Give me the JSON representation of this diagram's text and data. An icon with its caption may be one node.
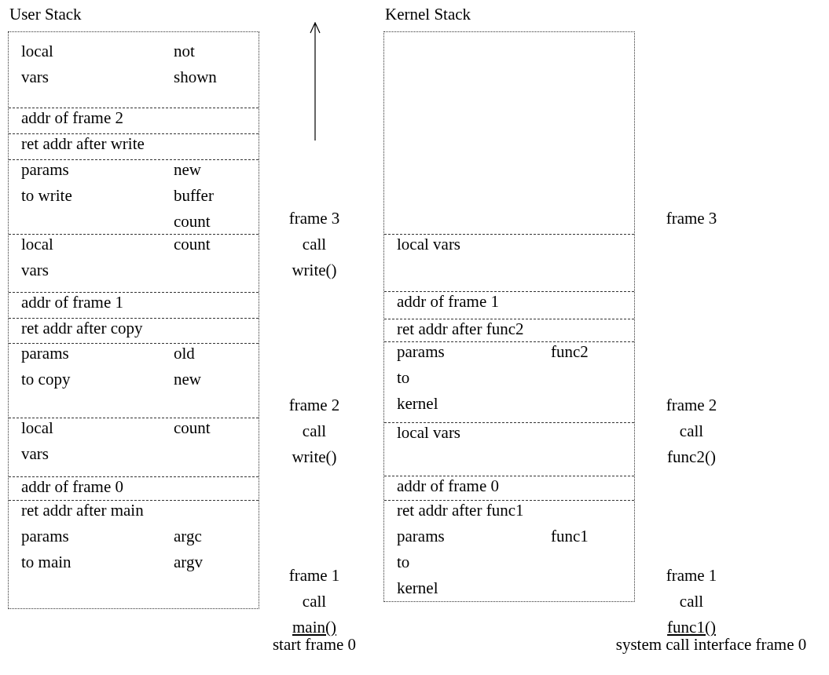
{
  "diagram": {
    "nodes": [
      {
        "text": [
          "User Stack"
        ]
      },
      {
        "text": [
          "local vars",
          "not shown"
        ],
        "in": 0
      },
      {
        "text": [
          "addr of frame 2"
        ],
        "in": 0
      },
      {
        "text": [
          "ret addr after write"
        ],
        "in": 0
      },
      {
        "text": [
          "params to write",
          "new buffer count"
        ],
        "in": 0
      },
      {
        "text": [
          "local vars",
          "count"
        ],
        "in": 0
      },
      {
        "text": [
          "addr of frame 1"
        ],
        "in": 0
      },
      {
        "text": [
          "ret addr after copy"
        ],
        "in": 0
      },
      {
        "text": [
          "params to copy",
          "old new"
        ],
        "in": 0
      },
      {
        "text": [
          "local vars",
          "count"
        ],
        "in": 0
      },
      {
        "text": [
          "addr of frame 0"
        ],
        "in": 0
      },
      {
        "text": [
          "ret addr after main",
          "params to main",
          "argc argv"
        ],
        "in": 0
      },
      {
        "text": [
          "Kernel Stack"
        ]
      },
      {
        "text": [
          "local vars"
        ],
        "in": 12
      },
      {
        "text": [
          "addr of frame 1"
        ],
        "in": 12
      },
      {
        "text": [
          "ret addr after func2"
        ],
        "in": 12
      },
      {
        "text": [
          "params to kernel",
          "func2"
        ],
        "in": 12
      },
      {
        "text": [
          "local vars"
        ],
        "in": 12
      },
      {
        "text": [
          "addr of frame 0"
        ],
        "in": 12
      },
      {
        "text": [
          "ret addr after func1",
          "params to kernel",
          "func1"
        ],
        "in": 12
      }
    ],
    "edges": [],
    "labels": [
      "frame 3 call write()",
      "frame 3",
      "frame 2 call write()",
      "frame 2 call func2()",
      "frame 1 call",
      "main()",
      "frame 1 call",
      "func1()",
      "start frame 0",
      "system call interface frame 0"
    ]
  }
}
